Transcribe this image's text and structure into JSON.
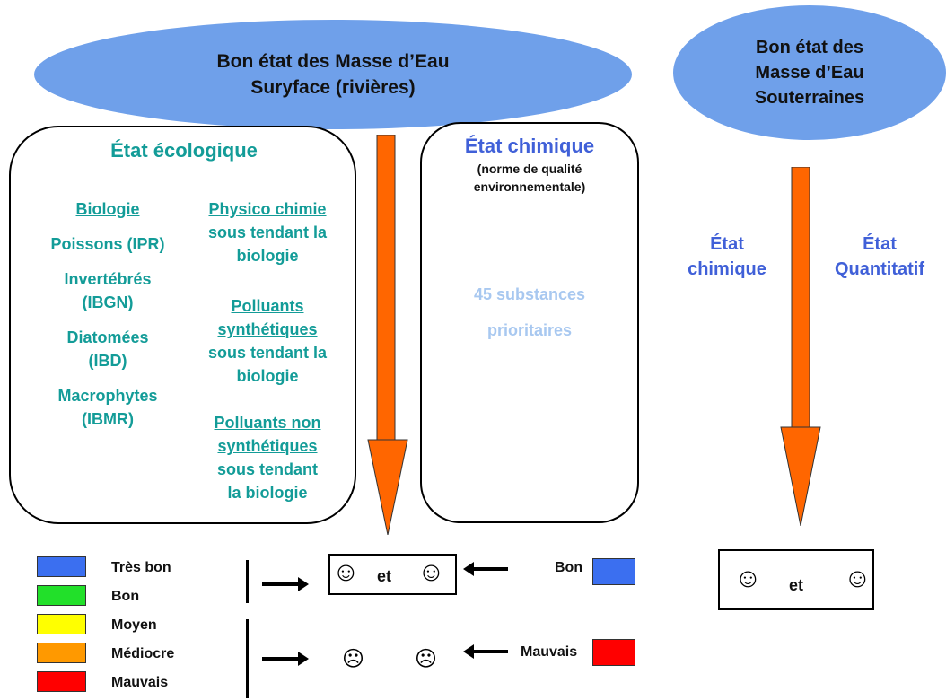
{
  "surface_ellipse": {
    "line1": "Bon état des Masse d’Eau",
    "line2": "Suryface (rivières)"
  },
  "ground_ellipse": {
    "line1": "Bon état des",
    "line2": "Masse d’Eau",
    "line3": "Souterraines"
  },
  "ecological": {
    "title": "État écologique",
    "left_col": {
      "heading": "Biologie",
      "items": [
        "Poissons (IPR)",
        "Invertébrés",
        "(IBGN)",
        "Diatomées",
        "(IBD)",
        "Macrophytes",
        "(IBMR)"
      ]
    },
    "right_col": {
      "b1_u1": "Physico chimie",
      "b1_t1": "sous tendant la",
      "b1_t2": "biologie",
      "b2_u1": "Polluants",
      "b2_u2": "synthétiques",
      "b2_t1": "sous tendant la",
      "b2_t2": "biologie",
      "b3_u1": "Polluants non",
      "b3_u2": "synthétiques",
      "b3_t1": "sous tendant",
      "b3_t2": "la biologie"
    }
  },
  "chemical": {
    "title": "État chimique",
    "sub1": "(norme de qualité",
    "sub2": "environnementale)",
    "substances1": "45 substances",
    "substances2": "prioritaires"
  },
  "ground": {
    "chem1": "État",
    "chem2": "chimique",
    "quant1": "État",
    "quant2": "Quantitatif"
  },
  "legend": {
    "items": [
      {
        "label": "Très bon",
        "color": "#3b6ff0"
      },
      {
        "label": "Bon",
        "color": "#22e02a"
      },
      {
        "label": "Moyen",
        "color": "#ffff00"
      },
      {
        "label": "Médiocre",
        "color": "#ff9900"
      },
      {
        "label": "Mauvais",
        "color": "#ff0000"
      }
    ]
  },
  "results": {
    "good_face": "☺",
    "bad_face": "☹",
    "et": "et",
    "bon_label": "Bon",
    "bon_color": "#3b6ff0",
    "mauvais_label": "Mauvais",
    "mauvais_color": "#ff0000"
  },
  "colors": {
    "ellipse": "#6fa0ea",
    "arrow": "#ff6600",
    "teal": "#139c98",
    "blue_title": "#4060d8",
    "light_blue": "#a8c8f0"
  }
}
